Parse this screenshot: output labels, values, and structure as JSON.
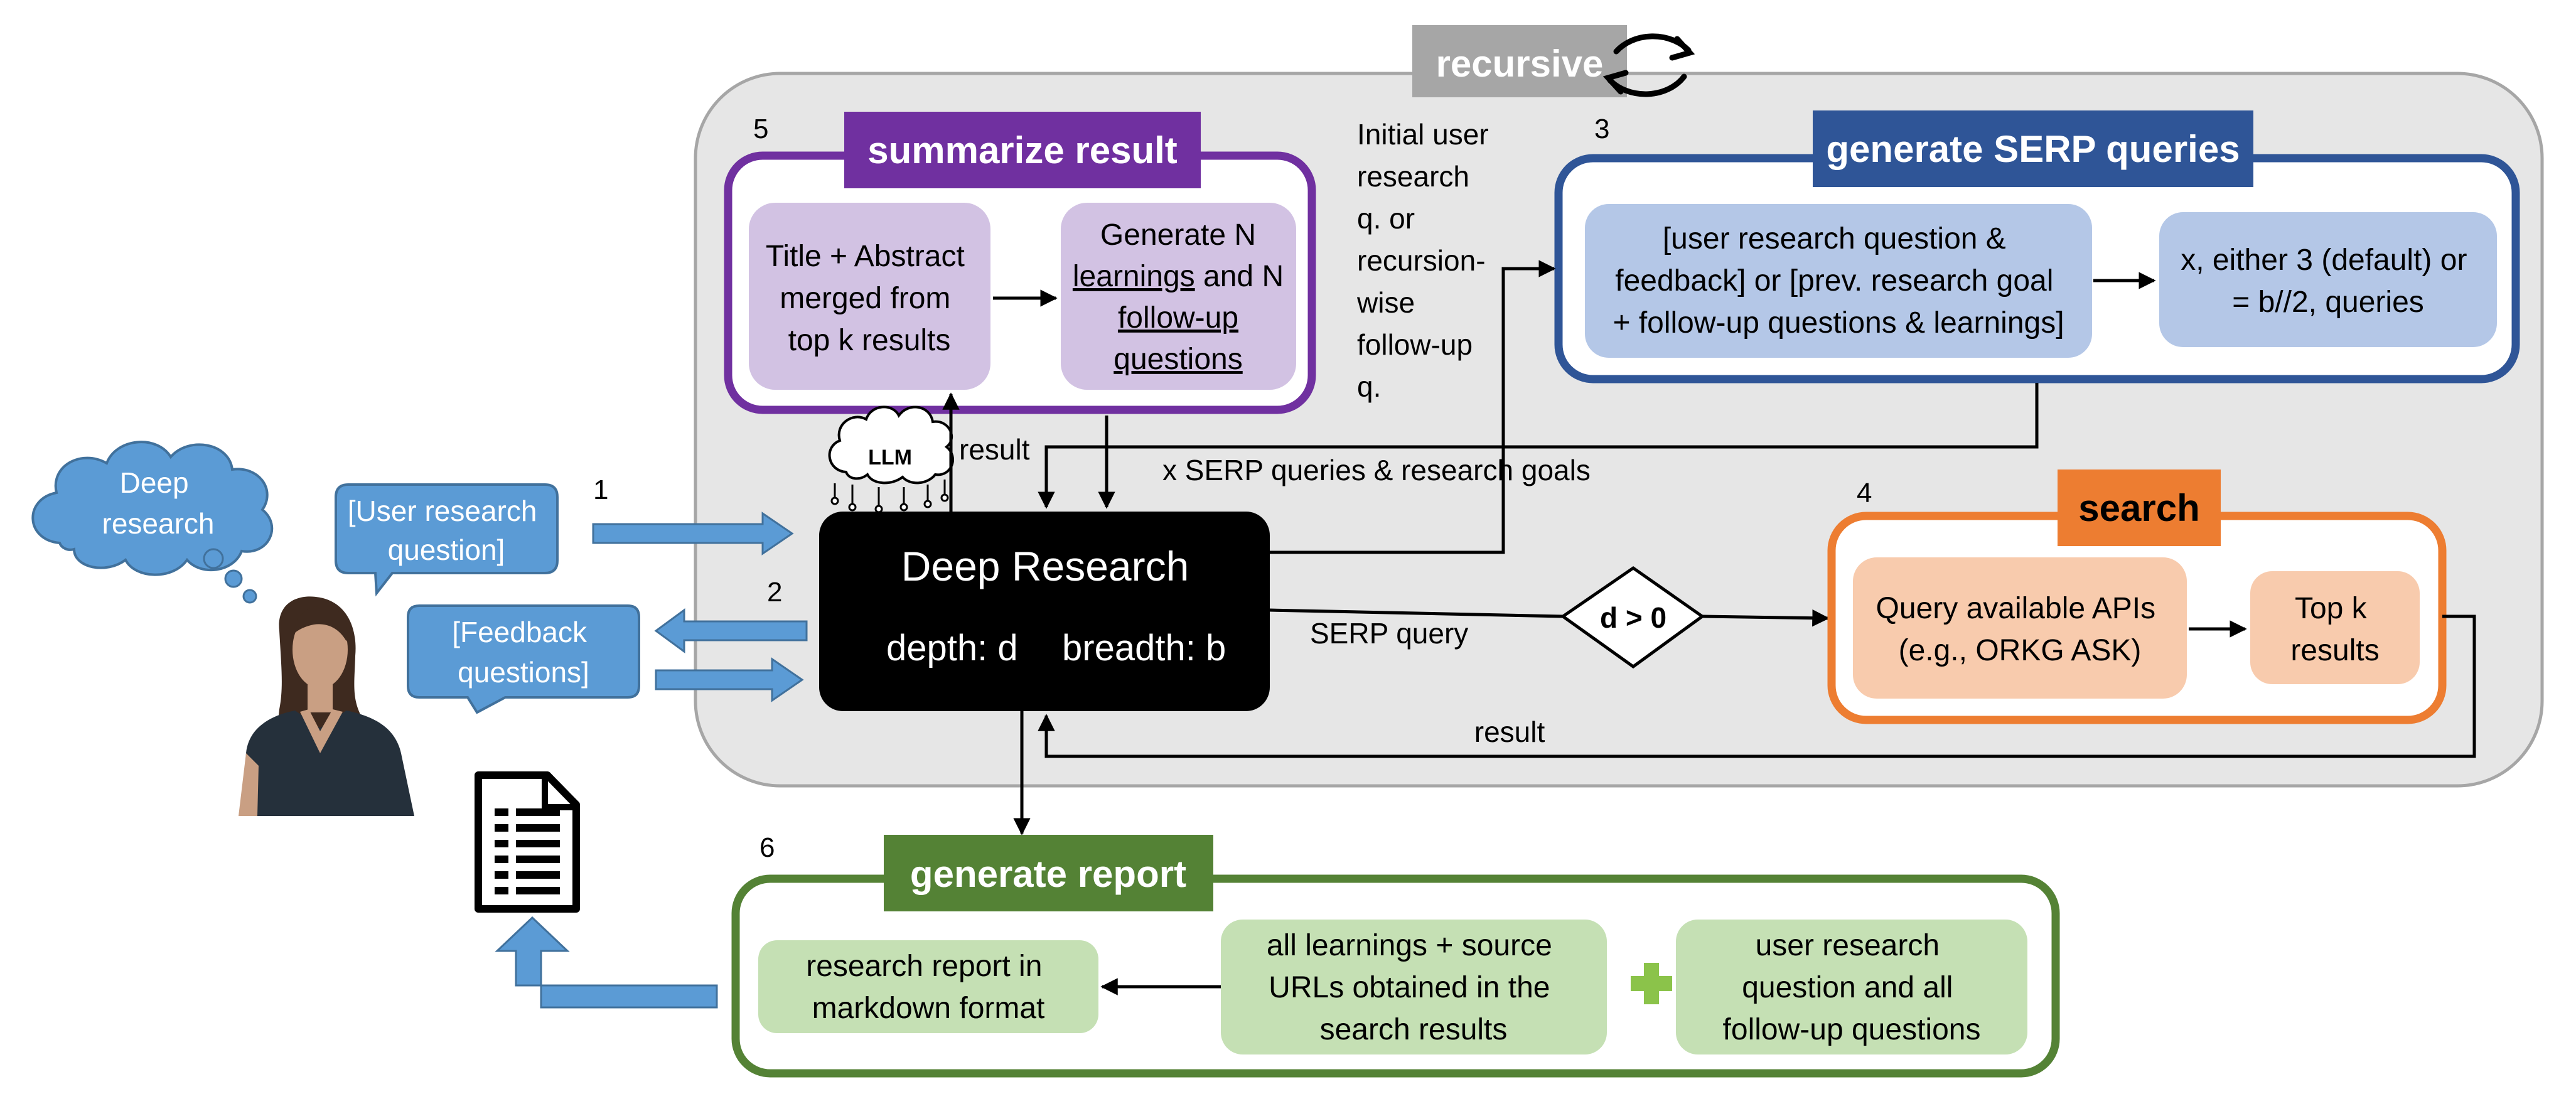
{
  "recursive_label": "recursive",
  "cloud_text": [
    "Deep",
    "research"
  ],
  "bubble_question": [
    "[User research",
    "question]"
  ],
  "bubble_feedback": [
    "[Feedback",
    "questions]"
  ],
  "step_numbers": {
    "s1": "1",
    "s2": "2",
    "s3": "3",
    "s4": "4",
    "s5": "5",
    "s6": "6"
  },
  "core": {
    "title": "Deep Research",
    "depth": "depth: d",
    "breadth": "breadth: b"
  },
  "llm_label": "LLM",
  "summarize": {
    "title": "summarize result",
    "box1": [
      "Title + Abstract",
      "merged from",
      "top k results"
    ],
    "box2_line1": "Generate N",
    "box2_learnings": "learnings",
    "box2_and_n": " and N",
    "box2_followup": "follow-up",
    "box2_questions": "questions"
  },
  "serp_gen": {
    "title": "generate SERP queries",
    "box1": [
      "[user research question &",
      "feedback] or [prev. research goal",
      "+ follow-up questions & learnings]"
    ],
    "box2": [
      "x, either 3 (default) or",
      "= b//2, queries"
    ]
  },
  "initial_text": [
    "Initial user",
    "research",
    "q. or",
    "recursion-",
    "wise",
    "follow-up",
    "q."
  ],
  "search": {
    "title": "search",
    "box1": [
      "Query available APIs",
      "(e.g., ORKG ASK)"
    ],
    "box2": [
      "Top k",
      "results"
    ]
  },
  "decision": "d > 0",
  "labels": {
    "result_up": "result",
    "serp_queries_goals": "x SERP queries & research goals",
    "serp_query": "SERP query",
    "result_bottom": "result"
  },
  "report": {
    "title": "generate report",
    "box1": [
      "research report in",
      "markdown format"
    ],
    "box2": [
      "all learnings + source",
      "URLs obtained in the",
      "search results"
    ],
    "box3": [
      "user research",
      "question and all",
      "follow-up questions"
    ]
  },
  "colors": {
    "recursive_panel": "#e6e6e6",
    "recursive_tag": "#a6a6a6",
    "summarize_border": "#7030a0",
    "summarize_fill": "#d2c2e3",
    "serp_border": "#2f5597",
    "serp_fill": "#b4c7e7",
    "search_border": "#ed7d31",
    "search_fill": "#f8cbad",
    "report_border": "#548235",
    "report_fill": "#c5e0b4",
    "plus": "#8bc34a",
    "blue_shape": "#5b9bd5",
    "core_fill": "#000000"
  },
  "icons": [
    "refresh-cycle-icon",
    "llm-brain-icon",
    "person-avatar",
    "document-icon",
    "plus-icon",
    "thought-cloud"
  ]
}
